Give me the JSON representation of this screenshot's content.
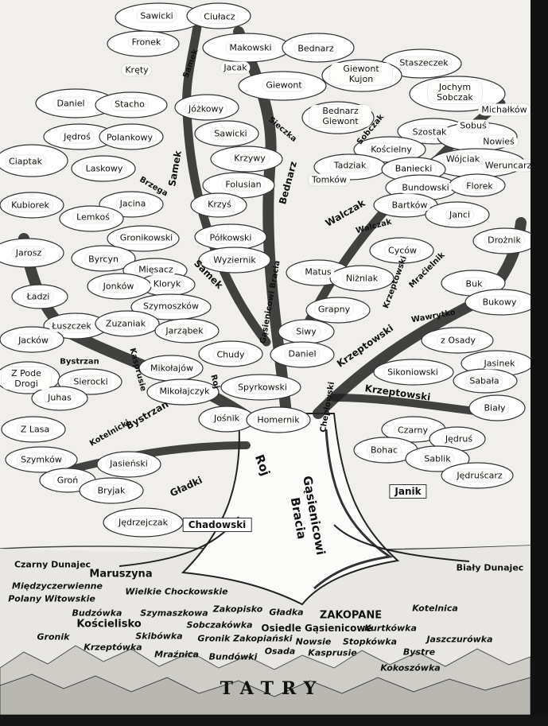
{
  "colors": {
    "paper": "#f0efec",
    "ink": "#111111",
    "frame": "#111111"
  },
  "leaf_names": [
    "Sawicki",
    "Ciułacz",
    "Fronek",
    "Makowski",
    "Bednarz",
    "Kręty",
    "Jacak",
    "Giewont Kujon",
    "Staszeczek",
    "Giewont",
    "Jochym Sobczak",
    "Daniel",
    "Stacho",
    "Jóżkowy",
    "Michałków",
    "Bednarz Giewont",
    "Sobuś",
    "Szostak",
    "Jędroś",
    "Polankowy",
    "Sawicki",
    "Nowieś",
    "Kościelny",
    "Krzywy",
    "Wójciak",
    "Weruncarz",
    "Ciaptak",
    "Laskowy",
    "Tadziak",
    "Baniecki",
    "Tomków",
    "Folusian",
    "Bundowski",
    "Florek",
    "Jacina",
    "Bartków",
    "Kubiorek",
    "Krzyś",
    "Janci",
    "Lemkoś",
    "Gronikowski",
    "Półkowski",
    "Drożnik",
    "Jarosz",
    "Cyców",
    "Byrcyn",
    "Wyziernik",
    "Mięsacz",
    "Matus",
    "Kloryk",
    "Niżniak",
    "Jonków",
    "Buk",
    "Ładzi",
    "Bukowy",
    "Szymoszków",
    "Grapny",
    "Łuszczek",
    "Zuzaniak",
    "Jarząbek",
    "Siwy",
    "z Osady",
    "Jacków",
    "Chudy",
    "Daniel",
    "Jasinek",
    "Z Pode Drogi",
    "Mikołajów",
    "Sikoniowski",
    "Sierocki",
    "Sabała",
    "Juhas",
    "Spyrkowski",
    "Mikołajczyk",
    "Biały",
    "Jośnik",
    "Homernik",
    "Z Lasa",
    "Czarny",
    "Jędruś",
    "Szymków",
    "Bohac",
    "Sablik",
    "Jasieński",
    "Groń",
    "Jędruścarz",
    "Bryjak",
    "Jędrzejczak"
  ],
  "branch_names": [
    "Samek",
    "Samek",
    "Samek",
    "Sieczka",
    "Sobczak",
    "Brzega",
    "Bednarz",
    "Walczak",
    "Walczak",
    "Gąsienicowi Bracia",
    "Krzeptowski",
    "Mraćielnik",
    "Wawrytko",
    "Bystrzan",
    "Krzeptowski",
    "Krzeptowski",
    "Kasprusie",
    "Roj",
    "Bystrzan",
    "Kotelnicki",
    "Chepłowski",
    "Gładki"
  ],
  "trunk": {
    "roj": "Roj",
    "bracia": "Gąsienicowi Bracia"
  },
  "banners": [
    "Janik",
    "Chadowski"
  ],
  "places": [
    "Czarny Dunajec",
    "Maruszyna",
    "Biały Dunajec",
    "Międzyczerwienne",
    "Polany Witowskie",
    "Wielkie Chockowskie",
    "Budzówka",
    "Szymaszkowa",
    "Zakopisko",
    "Gładka",
    "ZAKOPANE",
    "Kotelnica",
    "Kościelisko",
    "Sobczakówka",
    "Osiedle Gąsienicowe",
    "Kurtkówka",
    "Gronik",
    "Skibówka",
    "Gronik Zakopiański",
    "Nowsie",
    "Stopkówka",
    "Jaszczurówka",
    "Krzeptówka",
    "Mraźnica",
    "Bundówki",
    "Osada",
    "Kasprusie",
    "Bystre",
    "Kokoszówka"
  ],
  "footer": {
    "mountains": "TATRY"
  }
}
